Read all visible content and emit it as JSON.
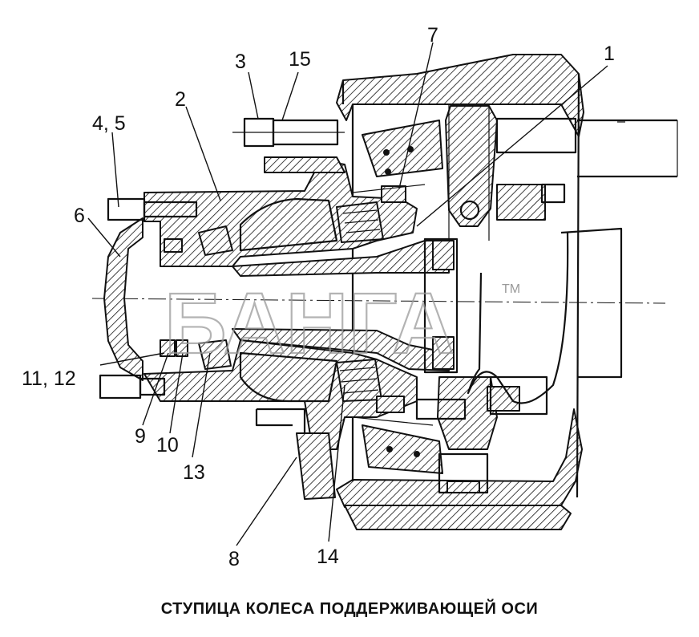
{
  "caption": "СТУПИЦА КОЛЕСА ПОДДЕРЖИВАЮЩЕЙ ОСИ",
  "watermark": {
    "text": "БАНГА",
    "tm": "TM"
  },
  "callouts": [
    {
      "id": "1",
      "text": "1"
    },
    {
      "id": "2",
      "text": "2"
    },
    {
      "id": "3",
      "text": "3"
    },
    {
      "id": "4-5",
      "text": "4, 5"
    },
    {
      "id": "6",
      "text": "6"
    },
    {
      "id": "7",
      "text": "7"
    },
    {
      "id": "8",
      "text": "8"
    },
    {
      "id": "9",
      "text": "9"
    },
    {
      "id": "10",
      "text": "10"
    },
    {
      "id": "11-12",
      "text": "11, 12"
    },
    {
      "id": "13",
      "text": "13"
    },
    {
      "id": "14",
      "text": "14"
    },
    {
      "id": "15",
      "text": "15"
    }
  ],
  "colors": {
    "ink": "#111111",
    "watermark": "#9a9a9a",
    "background": "#ffffff"
  }
}
